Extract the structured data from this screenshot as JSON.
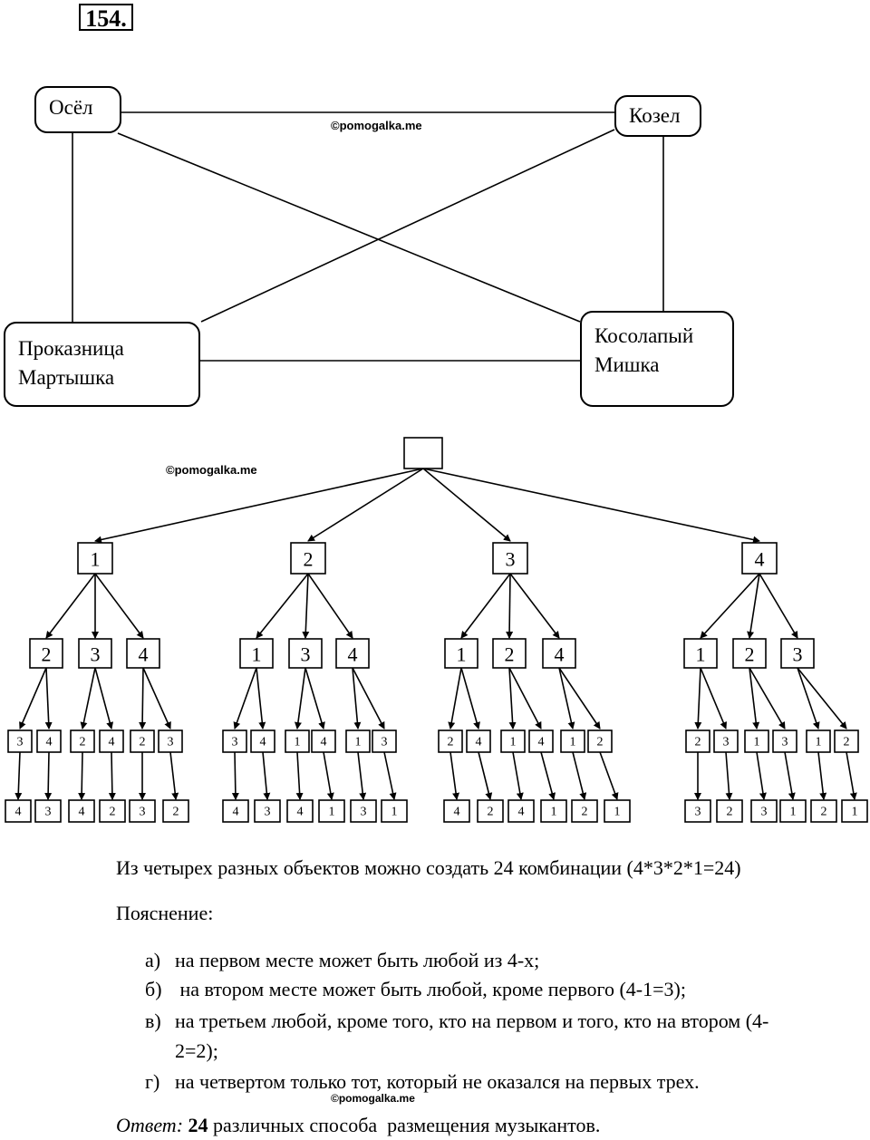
{
  "problem_number": "154.",
  "watermark": "©pomogalka.me",
  "graph": {
    "nodes": [
      {
        "id": "donkey",
        "label_lines": [
          "Осёл"
        ]
      },
      {
        "id": "goat",
        "label_lines": [
          "Козел"
        ]
      },
      {
        "id": "monkey",
        "label_lines": [
          "Проказница",
          "Мартышка"
        ]
      },
      {
        "id": "bear",
        "label_lines": [
          "Косолапый",
          "Мишка"
        ]
      }
    ],
    "edges": [
      [
        "donkey",
        "goat"
      ],
      [
        "donkey",
        "monkey"
      ],
      [
        "donkey",
        "bear"
      ],
      [
        "goat",
        "monkey"
      ],
      [
        "goat",
        "bear"
      ],
      [
        "monkey",
        "bear"
      ]
    ]
  },
  "tree": {
    "root_label": "",
    "branches": [
      {
        "label": "1",
        "children": [
          {
            "label": "2",
            "children": [
              {
                "label": "3",
                "leaf": "4"
              },
              {
                "label": "4",
                "leaf": "3"
              }
            ]
          },
          {
            "label": "3",
            "children": [
              {
                "label": "2",
                "leaf": "4"
              },
              {
                "label": "4",
                "leaf": "2"
              }
            ]
          },
          {
            "label": "4",
            "children": [
              {
                "label": "2",
                "leaf": "3"
              },
              {
                "label": "3",
                "leaf": "2"
              }
            ]
          }
        ]
      },
      {
        "label": "2",
        "children": [
          {
            "label": "1",
            "children": [
              {
                "label": "3",
                "leaf": "4"
              },
              {
                "label": "4",
                "leaf": "3"
              }
            ]
          },
          {
            "label": "3",
            "children": [
              {
                "label": "1",
                "leaf": "4"
              },
              {
                "label": "4",
                "leaf": "1"
              }
            ]
          },
          {
            "label": "4",
            "children": [
              {
                "label": "1",
                "leaf": "3"
              },
              {
                "label": "3",
                "leaf": "1"
              }
            ]
          }
        ]
      },
      {
        "label": "3",
        "children": [
          {
            "label": "1",
            "children": [
              {
                "label": "2",
                "leaf": "4"
              },
              {
                "label": "4",
                "leaf": "2"
              }
            ]
          },
          {
            "label": "2",
            "children": [
              {
                "label": "1",
                "leaf": "4"
              },
              {
                "label": "4",
                "leaf": "1"
              }
            ]
          },
          {
            "label": "4",
            "children": [
              {
                "label": "1",
                "leaf": "2"
              },
              {
                "label": "2",
                "leaf": "1"
              }
            ]
          }
        ]
      },
      {
        "label": "4",
        "children": [
          {
            "label": "1",
            "children": [
              {
                "label": "2",
                "leaf": "3"
              },
              {
                "label": "3",
                "leaf": "2"
              }
            ]
          },
          {
            "label": "2",
            "children": [
              {
                "label": "1",
                "leaf": "3"
              },
              {
                "label": "3",
                "leaf": "1"
              }
            ]
          },
          {
            "label": "3",
            "children": [
              {
                "label": "1",
                "leaf": "2"
              },
              {
                "label": "2",
                "leaf": "1"
              }
            ]
          }
        ]
      }
    ]
  },
  "text": {
    "conclusion": "Из четырех разных объектов можно создать 24 комбинации (4*3*2*1=24)",
    "explanation_heading": "Пояснение:",
    "items": [
      {
        "marker": "а)",
        "text": "на первом месте может быть любой из 4-х;"
      },
      {
        "marker": "б)",
        "text": " на втором месте может быть любой, кроме первого (4-1=3);"
      },
      {
        "marker": "в)",
        "text": "на третьем любой, кроме того, кто на первом и того, кто на втором (4-",
        "text_cont": "2=2);"
      },
      {
        "marker": "г)",
        "text": "на четвертом только тот, который не оказался на первых трех."
      }
    ],
    "answer_prefix": "Ответ:",
    "answer_number": "24",
    "answer_rest": " различных способа  размещения музыкантов."
  }
}
